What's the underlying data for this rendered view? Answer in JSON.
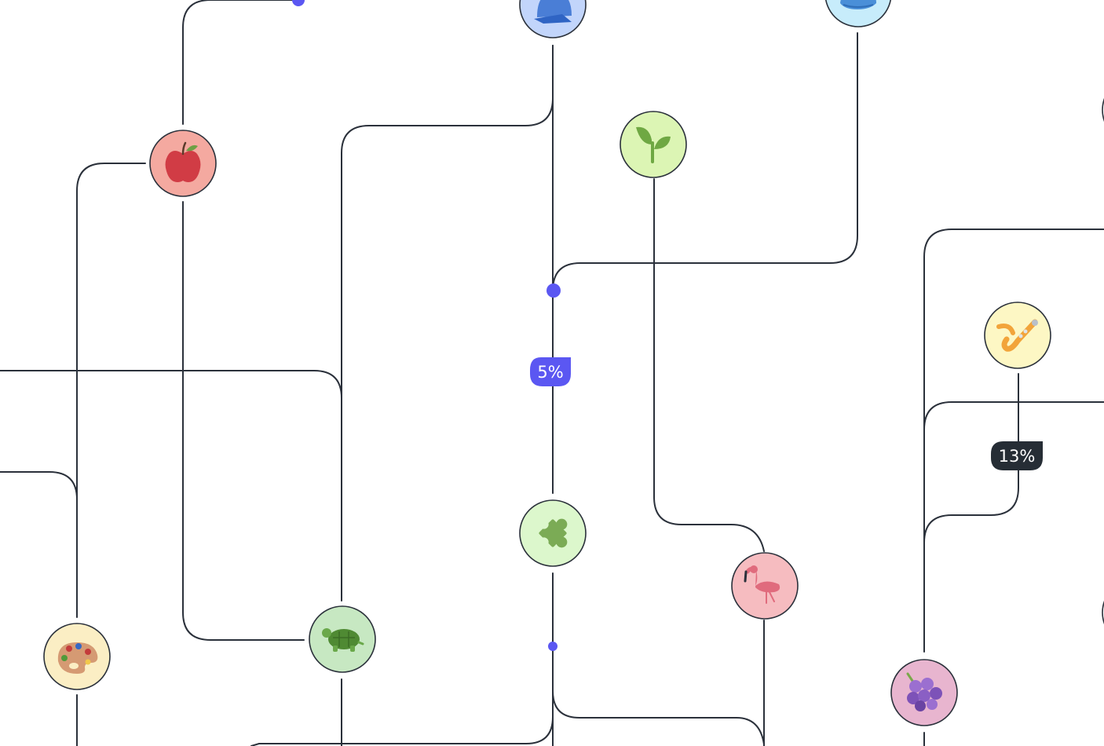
{
  "colors": {
    "edge": "#2b313b",
    "accent": "#5b57f2",
    "badge_dark": "#262d35",
    "apple_bg": "#f4a9a0",
    "turtle_bg": "#c7e8c2",
    "puzzle_bg": "#dcf7cc",
    "seedling_bg": "#dcf5b4",
    "flamingo_bg": "#f6bcc0",
    "palette_bg": "#fbeec4",
    "saxophone_bg": "#fdf7c4",
    "grapes_bg": "#e8b5cf",
    "cap_bg": "#c2d5fb",
    "whale_bg": "#c7ecfb"
  },
  "nodes": [
    {
      "id": "cap",
      "icon": "cap-icon"
    },
    {
      "id": "whale",
      "icon": "whale-icon"
    },
    {
      "id": "apple",
      "icon": "apple-icon"
    },
    {
      "id": "seedling",
      "icon": "seedling-icon"
    },
    {
      "id": "saxophone",
      "icon": "saxophone-icon"
    },
    {
      "id": "puzzle",
      "icon": "puzzle-piece-icon"
    },
    {
      "id": "flamingo",
      "icon": "flamingo-icon"
    },
    {
      "id": "turtle",
      "icon": "turtle-icon"
    },
    {
      "id": "palette",
      "icon": "artist-palette-icon"
    },
    {
      "id": "grapes",
      "icon": "grapes-icon"
    }
  ],
  "badges": {
    "center": {
      "label": "5%"
    },
    "right": {
      "label": "13%"
    }
  }
}
